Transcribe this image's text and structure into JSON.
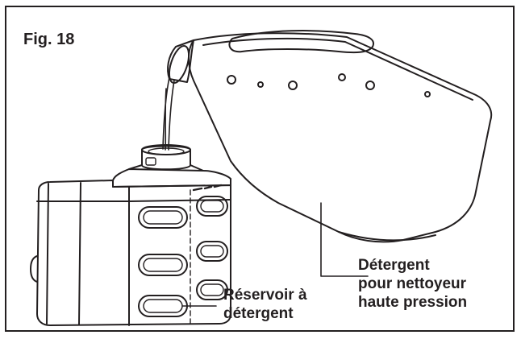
{
  "figure": {
    "label": "Fig. 18"
  },
  "callouts": {
    "detergent": {
      "lines": [
        "Détergent",
        "pour nettoyeur",
        "haute pression"
      ]
    },
    "reservoir": {
      "lines": [
        "Réservoir à",
        "détergent"
      ]
    }
  },
  "colors": {
    "ink": "#231f20",
    "background": "#ffffff"
  }
}
